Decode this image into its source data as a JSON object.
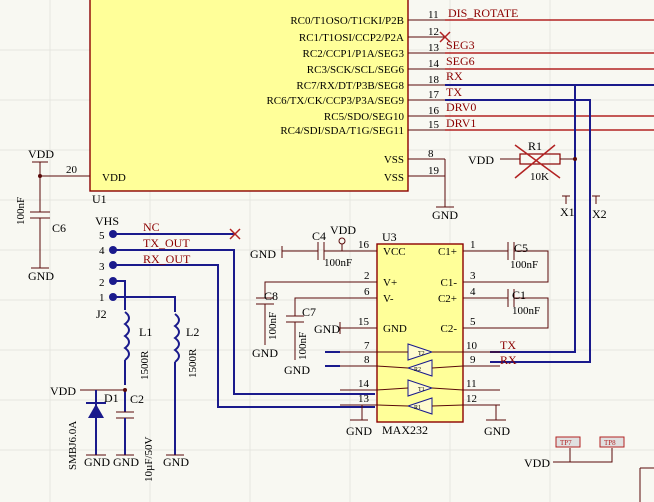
{
  "u1": {
    "ref": "U1",
    "right_pins": [
      {
        "name": "RC0/T1OSO/T1CKI/P2B",
        "num": "11",
        "net": "DIS_ROTATE"
      },
      {
        "name": "RC1/T1OSI/CCP2/P2A",
        "num": "12",
        "net": ""
      },
      {
        "name": "RC2/CCP1/P1A/SEG3",
        "num": "13",
        "net": "SEG3"
      },
      {
        "name": "RC3/SCK/SCL/SEG6",
        "num": "14",
        "net": "SEG6"
      },
      {
        "name": "RC7/RX/DT/P3B/SEG8",
        "num": "18",
        "net": "RX"
      },
      {
        "name": "RC6/TX/CK/CCP3/P3A/SEG9",
        "num": "17",
        "net": "TX"
      },
      {
        "name": "RC5/SDO/SEG10",
        "num": "16",
        "net": "DRV0"
      },
      {
        "name": "RC4/SDI/SDA/T1G/SEG11",
        "num": "15",
        "net": "DRV1"
      }
    ],
    "vdd_pin": {
      "name": "VDD",
      "num": "20"
    },
    "vss_pins": [
      {
        "name": "VSS",
        "num": "8"
      },
      {
        "name": "VSS",
        "num": "19"
      }
    ]
  },
  "u3": {
    "ref": "U3",
    "part": "MAX232",
    "left_pins": [
      {
        "num": "16",
        "name": "VCC"
      },
      {
        "num": "2",
        "name": "V+"
      },
      {
        "num": "6",
        "name": "V-"
      },
      {
        "num": "15",
        "name": "GND"
      },
      {
        "num": "7",
        "name": ""
      },
      {
        "num": "8",
        "name": ""
      },
      {
        "num": "14",
        "name": ""
      },
      {
        "num": "13",
        "name": ""
      }
    ],
    "right_pins": [
      {
        "num": "1",
        "name": "C1+"
      },
      {
        "num": "3",
        "name": "C1-"
      },
      {
        "num": "4",
        "name": "C2+"
      },
      {
        "num": "5",
        "name": "C2-"
      },
      {
        "num": "10",
        "name": ""
      },
      {
        "num": "9",
        "name": ""
      },
      {
        "num": "11",
        "name": ""
      },
      {
        "num": "12",
        "name": ""
      }
    ],
    "buffers": [
      "T2",
      "R2",
      "T1",
      "R1"
    ]
  },
  "j2": {
    "ref": "J2",
    "header": "VHS",
    "pins": [
      {
        "num": "5",
        "net": "NC"
      },
      {
        "num": "4",
        "net": "TX_OUT"
      },
      {
        "num": "3",
        "net": "RX_OUT"
      },
      {
        "num": "2",
        "net": ""
      },
      {
        "num": "1",
        "net": ""
      }
    ]
  },
  "power": {
    "vdd": "VDD",
    "gnd": "GND"
  },
  "components": {
    "c6": {
      "ref": "C6",
      "value": "100nF"
    },
    "c4": {
      "ref": "C4",
      "value": "100nF"
    },
    "c5": {
      "ref": "C5",
      "value": "100nF"
    },
    "c1": {
      "ref": "C1",
      "value": "100nF"
    },
    "c7": {
      "ref": "C7",
      "value": "100nF"
    },
    "c8": {
      "ref": "C8",
      "value": "100nF"
    },
    "c2": {
      "ref": "C2",
      "value": "10µF/50V"
    },
    "l1": {
      "ref": "L1",
      "value": "1500R"
    },
    "l2": {
      "ref": "L2",
      "value": "1500R"
    },
    "d1": {
      "ref": "D1",
      "value": "SMBJ6.0A"
    },
    "r1": {
      "ref": "R1",
      "value": "10K"
    },
    "x1": {
      "ref": "X1"
    },
    "x2": {
      "ref": "X2"
    }
  },
  "nets": {
    "tx": "TX",
    "rx": "RX"
  },
  "test_points": [
    {
      "label": "TP7"
    },
    {
      "label": "TP8"
    }
  ]
}
